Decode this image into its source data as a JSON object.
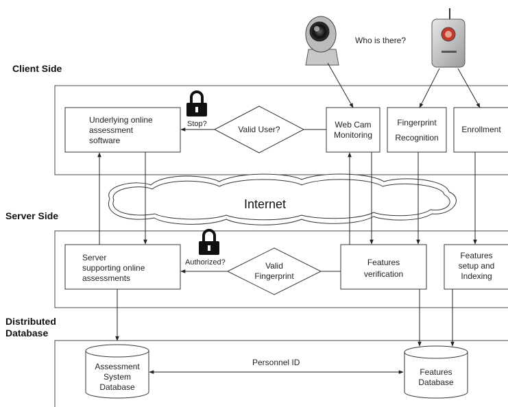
{
  "sections": {
    "client": "Client Side",
    "server": "Server Side",
    "database_line1": "Distributed",
    "database_line2": "Database"
  },
  "top": {
    "question": "Who is there?"
  },
  "client": {
    "assessment_software": [
      "Underlying online",
      "assessment",
      "software"
    ],
    "stop": "Stop?",
    "valid_user": "Valid User?",
    "webcam": [
      "Web Cam",
      "Monitoring"
    ],
    "fingerprint": [
      "Fingerprint",
      "Recognition"
    ],
    "enrollment": "Enrollment"
  },
  "network": {
    "internet": "Internet"
  },
  "server": {
    "server_box": [
      "Server",
      "supporting online",
      "assessments"
    ],
    "authorized": "Authorized?",
    "valid_fingerprint": [
      "Valid",
      "Fingerprint"
    ],
    "features_verification": [
      "Features",
      "verification"
    ],
    "features_setup": [
      "Features",
      "setup and",
      "Indexing"
    ]
  },
  "database": {
    "assessment_db": [
      "Assessment",
      "System",
      "Database"
    ],
    "personnel_id": "Personnel ID",
    "features_db": [
      "Features",
      "Database"
    ]
  }
}
